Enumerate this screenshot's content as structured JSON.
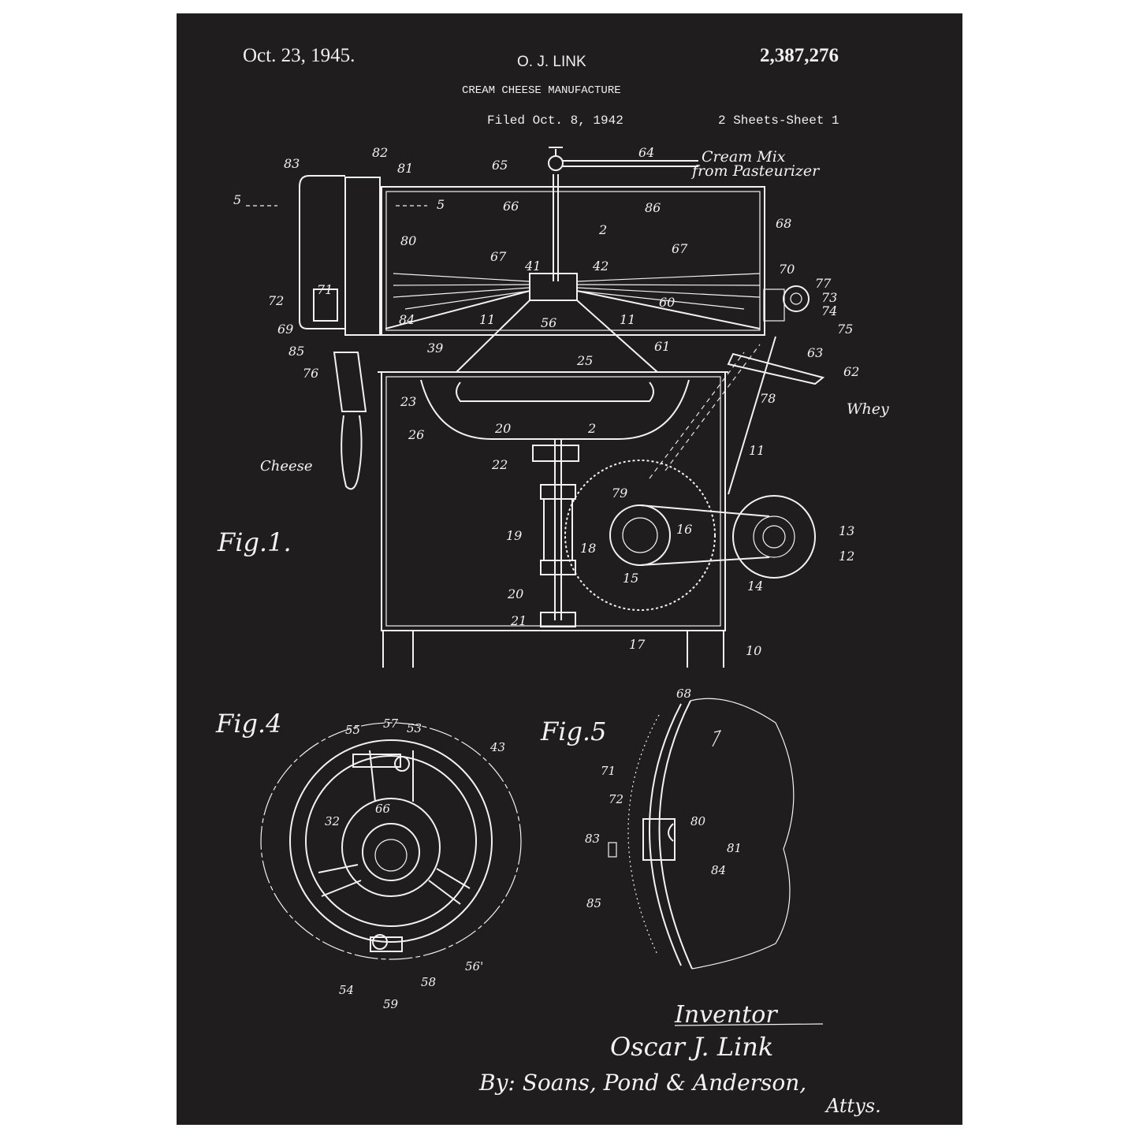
{
  "header": {
    "date": "Oct. 23, 1945.",
    "inventor_short": "O. J. LINK",
    "patent_number": "2,387,276",
    "title": "CREAM CHEESE MANUFACTURE",
    "filed": "Filed Oct. 8, 1942",
    "sheets": "2 Sheets-Sheet 1"
  },
  "figures": {
    "fig1": "Fig.1.",
    "fig4": "Fig.4",
    "fig5": "Fig.5"
  },
  "annotations": {
    "cream_mix_1": "Cream Mix",
    "cream_mix_2": "from Pasteurizer",
    "whey": "Whey",
    "cheese": "Cheese"
  },
  "refs_fig1": [
    "83",
    "82",
    "81",
    "5",
    "5",
    "65",
    "64",
    "66",
    "86",
    "68",
    "2",
    "80",
    "41",
    "42",
    "67",
    "67",
    "71",
    "70",
    "77",
    "73",
    "74",
    "75",
    "72",
    "69",
    "84",
    "56",
    "60",
    "11",
    "11",
    "39",
    "61",
    "63",
    "85",
    "76",
    "25",
    "62",
    "23",
    "78",
    "26",
    "20",
    "2",
    "11",
    "22",
    "79",
    "16",
    "13",
    "19",
    "18",
    "12",
    "15",
    "14",
    "20",
    "21",
    "17",
    "10"
  ],
  "refs_fig4": [
    "55",
    "57",
    "53",
    "43",
    "32",
    "66",
    "56'",
    "54",
    "58",
    "59"
  ],
  "refs_fig5": [
    "68",
    "71",
    "72",
    "80",
    "83",
    "81",
    "84",
    "85"
  ],
  "signature": {
    "label": "Inventor",
    "name": "Oscar J. Link",
    "by": "By: Soans, Pond & Anderson,",
    "attys": "Attys."
  },
  "colors": {
    "background": "#1f1d1e",
    "ink": "#f2f2f2",
    "page": "#ffffff"
  }
}
